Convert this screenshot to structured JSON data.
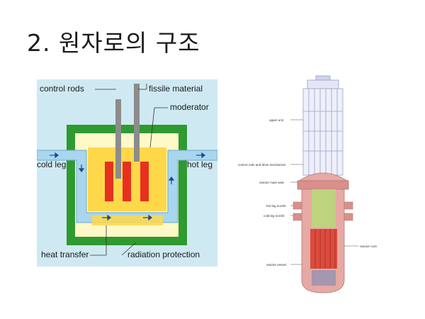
{
  "title": "2. 원자로의 구조",
  "diagram": {
    "labels": {
      "control_rods": "control rods",
      "fissile_material": "fissile material",
      "moderator": "moderator",
      "cold_leg": "cold leg",
      "hot_leg": "hot leg",
      "heat_transfer": "heat transfer",
      "radiation_protection": "radiation protection"
    },
    "colors": {
      "background": "#cfe9f2",
      "shield": "#2f9a2f",
      "vessel_inner": "#fff9c8",
      "coolant": "#a9d6ef",
      "moderator": "#ffd84a",
      "fuel": "#e8301e",
      "rod": "#8c8c8c"
    }
  },
  "vessel": {
    "labels": {
      "upper_unit": "upper unit",
      "control_rods_drive": "control rods and drive mechanism",
      "reactor_main_seal": "reactor main seal",
      "hot_leg_nozzle": "hot leg nozzle",
      "cold_leg_nozzle": "cold leg nozzle",
      "reactor_vessel": "reactor vessel",
      "reactor_core": "reactor core"
    },
    "colors": {
      "frame": "#9aa0c8",
      "vessel": "#e6a9a4",
      "core_red": "#d93b2b",
      "core_green": "#b9d77a"
    }
  }
}
